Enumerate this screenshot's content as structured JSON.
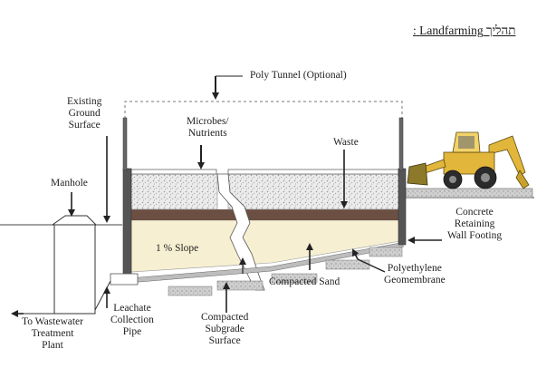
{
  "title": {
    "prefix": ":",
    "main": "Landfarming",
    "hebrew": "תהליך"
  },
  "labels": {
    "poly_tunnel": "Poly Tunnel (Optional)",
    "existing_ground": "Existing\nGround\nSurface",
    "microbes": "Microbes/\nNutrients",
    "waste": "Waste",
    "manhole": "Manhole",
    "concrete_wall": "Concrete\nRetaining\nWall Footing",
    "slope": "1 % Slope",
    "compacted_sand": "Compacted Sand",
    "polyethylene": "Polyethylene\nGeomembrane",
    "to_wastewater": "To Wastewater\nTreatment\nPlant",
    "leachate_pipe": "Leachate\nCollection\nPipe",
    "compacted_subgrade": "Compacted\nSubgrade\nSurface"
  },
  "colors": {
    "sand": "#f6efd2",
    "waste_texture": "#d9d9d9",
    "soil_band": "#6b4f42",
    "wall": "#555555",
    "membrane": "#bdbdbd",
    "excavator": "#e2b63a"
  },
  "icons": [
    "excavator-icon",
    "manhole-icon"
  ]
}
